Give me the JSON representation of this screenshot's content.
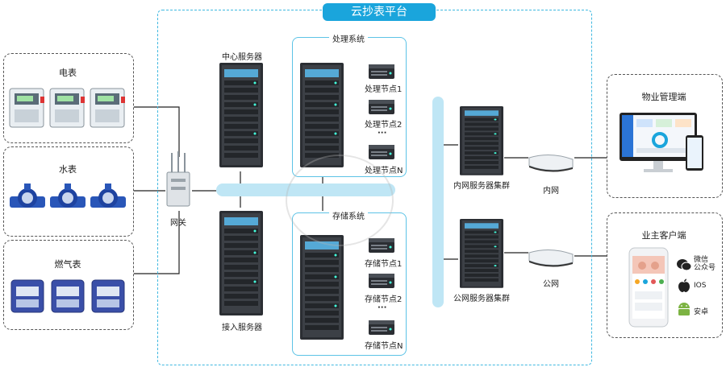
{
  "platform": {
    "title": "云抄表平台"
  },
  "meters": {
    "electric": {
      "label": "电表"
    },
    "water": {
      "label": "水表"
    },
    "gas": {
      "label": "燃气表"
    }
  },
  "gateway": {
    "label": "网关"
  },
  "servers": {
    "center": {
      "label": "中心服务器"
    },
    "access": {
      "label": "接入服务器"
    },
    "intranet_cluster": {
      "label": "内网服务器集群"
    },
    "public_cluster": {
      "label": "公网服务器集群"
    }
  },
  "processing": {
    "title": "处理系统",
    "nodes": [
      "处理节点1",
      "处理节点2",
      "处理节点N"
    ],
    "ellipsis": "···"
  },
  "storage": {
    "title": "存储系统",
    "nodes": [
      "存储节点1",
      "存储节点2",
      "存储节点N"
    ],
    "ellipsis": "···"
  },
  "network": {
    "intranet": {
      "label": "内网"
    },
    "public": {
      "label": "公网"
    }
  },
  "clients": {
    "property": {
      "title": "物业管理端"
    },
    "owner": {
      "title": "业主客户端",
      "options": [
        {
          "icon": "wechat-icon",
          "label": "微信\n公众号"
        },
        {
          "icon": "apple-icon",
          "label": "IOS"
        },
        {
          "icon": "android-icon",
          "label": "安卓"
        }
      ]
    }
  },
  "colors": {
    "accent": "#1aa5dc",
    "bus": "#bfe6f5",
    "server_dark": "#2b2e33",
    "meter_blue": "#2956b8"
  }
}
